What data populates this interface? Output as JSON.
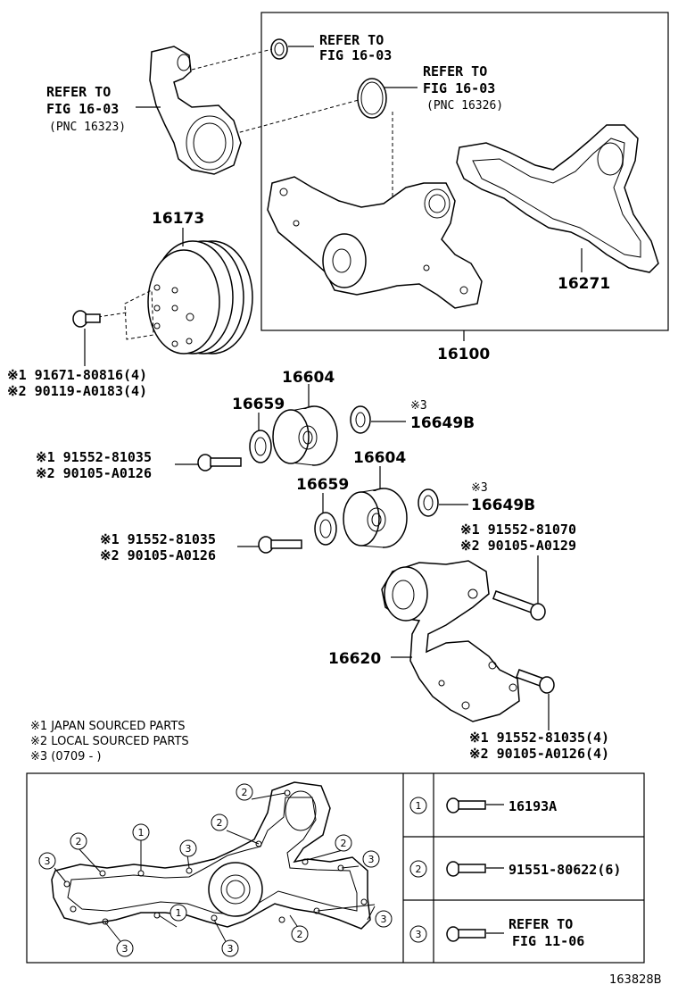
{
  "callouts": {
    "refer1": {
      "line1": "REFER TO",
      "line2": "FIG 16-03"
    },
    "refer2": {
      "line1": "REFER TO",
      "line2": "FIG 16-03",
      "line3": "(PNC 16326)"
    },
    "refer3": {
      "line1": "REFER TO",
      "line2": "FIG 16-03",
      "line3": "(PNC 16323)"
    },
    "pulley": "16173",
    "gasket": "16271",
    "pump_assy": "16100",
    "idler_top": "16604",
    "idler_mid": "16604",
    "plate_top": "16659",
    "plate_mid": "16659",
    "cover_top": "16649B",
    "cover_mid": "16649B",
    "tensioner": "16620",
    "mark3": "※3"
  },
  "bolts": {
    "pulley_bolt": {
      "l1": "※1 91671-80816(4)",
      "l2": "※2 90119-A0183(4)"
    },
    "idler_bolt_top": {
      "l1": "※1 91552-81035",
      "l2": "※2 90105-A0126"
    },
    "idler_bolt_mid": {
      "l1": "※1 91552-81035",
      "l2": "※2 90105-A0126"
    },
    "tensioner_bolt_top": {
      "l1": "※1 91552-81070",
      "l2": "※2 90105-A0129"
    },
    "tensioner_bolt_bot": {
      "l1": "※1 91552-81035(4)",
      "l2": "※2 90105-A0126(4)"
    }
  },
  "legend": {
    "n1": "※1 JAPAN SOURCED PARTS",
    "n2": "※2 LOCAL SOURCED PARTS",
    "n3": "※3 (0709 -     )"
  },
  "bolt_table": [
    {
      "key": "1",
      "text": "16193A"
    },
    {
      "key": "2",
      "text": "91551-80622(6)"
    },
    {
      "key": "3",
      "text": "REFER TO",
      "text2": "FIG 11-06"
    }
  ],
  "markers": [
    "2",
    "2",
    "1",
    "2",
    "3",
    "3",
    "2",
    "3",
    "3",
    "1",
    "3",
    "2",
    "3"
  ],
  "figure_id": "163828B"
}
